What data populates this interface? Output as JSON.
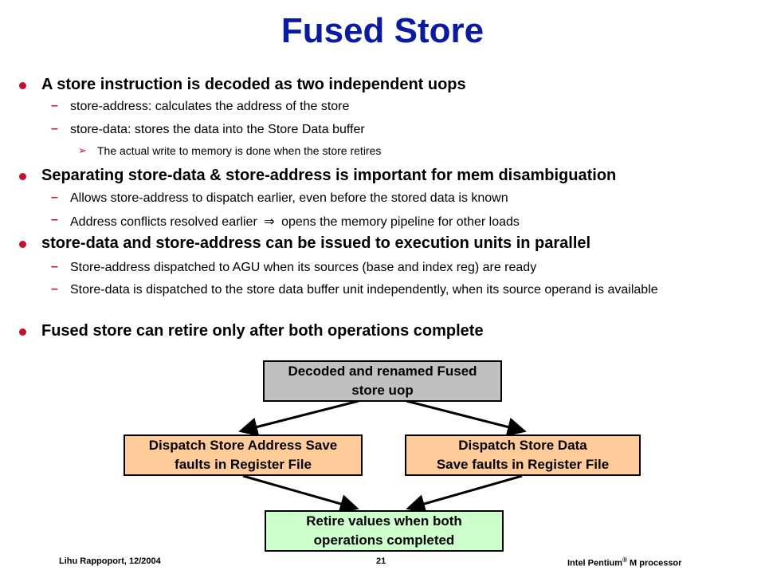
{
  "title": "Fused Store",
  "bullets": {
    "b1": "A store instruction is decoded as two independent uops",
    "b1_1": "store-address: calculates the address of the store",
    "b1_2": "store-data: stores the data into the Store Data buffer",
    "b1_2_1": "The actual write to memory is done when the store retires",
    "b2": "Separating store-data & store-address is important for mem disambiguation",
    "b2_1": "Allows store-address to dispatch earlier, even before the stored data is known",
    "b2_2a": "Address conflicts resolved earlier",
    "b2_2_symbol": "⇒",
    "b2_2b": "opens the memory pipeline for other loads",
    "b3": "store-data and store-address can be issued to execution units in parallel",
    "b3_1": "Store-address dispatched to AGU when its sources (base and index reg) are ready",
    "b3_2": "Store-data is dispatched to the store data buffer unit independently, when its source operand is available",
    "b4": "Fused store can retire only after both operations complete"
  },
  "markers": {
    "bullet": "•",
    "dash": "–",
    "arrow": "➢"
  },
  "diagram": {
    "top_line1": "Decoded and renamed Fused",
    "top_line2": "store uop",
    "left_line1": "Dispatch Store Address Save",
    "left_line2": "faults in Register File",
    "right_line1": "Dispatch Store Data",
    "right_line2": "Save faults in Register File",
    "bottom_line1": "Retire values when both",
    "bottom_line2": "operations completed",
    "colors": {
      "top": "#c0c0c0",
      "middle": "#ffcc99",
      "bottom": "#ccffcc",
      "arrows": "#000000"
    }
  },
  "footer": {
    "author": "Lihu Rappoport,  12/2004",
    "page": "21",
    "product_prefix": "Intel Pentium",
    "product_sup": "®",
    "product_suffix": " M processor"
  },
  "colors": {
    "title": "#0a1aa8",
    "bullet": "#c8102e"
  }
}
